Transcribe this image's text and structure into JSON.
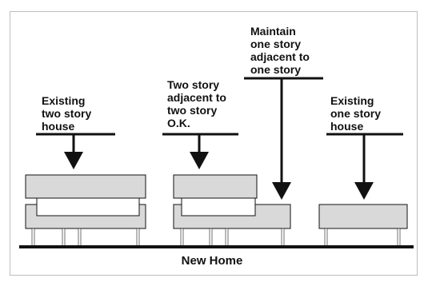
{
  "diagram": {
    "labels": {
      "existing_two_story": [
        "Existing",
        "two story",
        "house"
      ],
      "two_story_ok": [
        "Two story",
        "adjacent to",
        "two story",
        "O.K."
      ],
      "maintain_one_story": [
        "Maintain",
        "one story",
        "adjacent to",
        "one story"
      ],
      "existing_one_story": [
        "Existing",
        "one story",
        "house"
      ],
      "new_home": "New Home"
    },
    "colors": {
      "stroke": "#111111",
      "house_fill": "#d9d9d9",
      "window_fill": "#ffffff",
      "border": "#bdbdbd",
      "background": "#ffffff"
    }
  }
}
